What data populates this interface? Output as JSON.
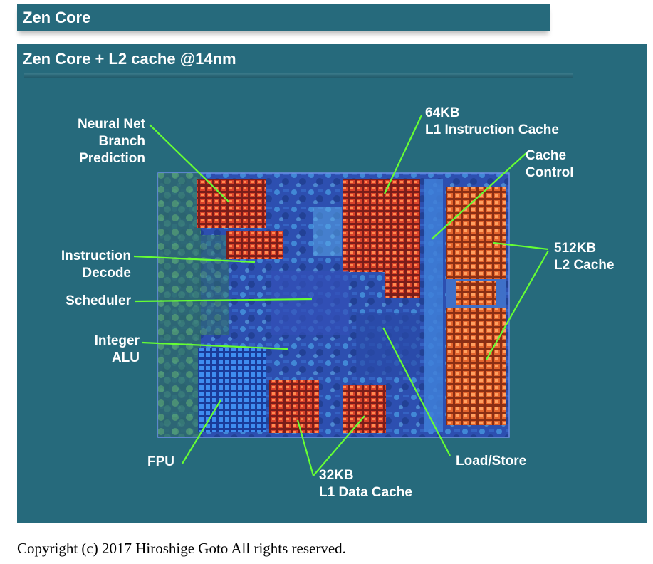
{
  "header": {
    "title": "Zen Core"
  },
  "panel": {
    "title": "Zen Core + L2 cache @14nm"
  },
  "labels": {
    "neural_net_1": "Neural Net",
    "neural_net_2": "Branch",
    "neural_net_3": "Prediction",
    "l1i_1": "64KB",
    "l1i_2": "L1 Instruction Cache",
    "cache_ctrl_1": "Cache",
    "cache_ctrl_2": "Control",
    "l2_1": "512KB",
    "l2_2": "L2 Cache",
    "decode_1": "Instruction",
    "decode_2": "Decode",
    "scheduler": "Scheduler",
    "alu_1": "Integer",
    "alu_2": "ALU",
    "fpu": "FPU",
    "l1d_1": "32KB",
    "l1d_2": "L1 Data Cache",
    "loadstore": "Load/Store"
  },
  "colors": {
    "panel": "#266a7c",
    "leader": "#66ff33"
  },
  "footer": {
    "copyright": "Copyright (c) 2017 Hiroshige Goto All rights reserved."
  }
}
